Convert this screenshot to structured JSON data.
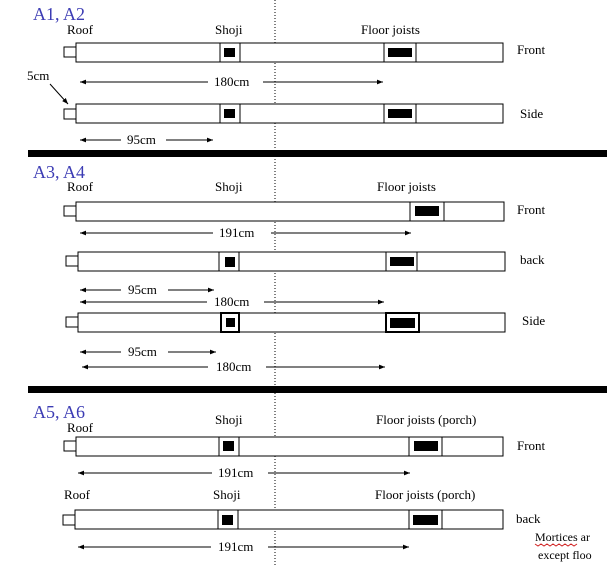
{
  "sections": [
    {
      "heading": "A1, A2",
      "labels": {
        "roof": "Roof",
        "shoji": "Shoji",
        "floor": "Floor joists"
      },
      "beams": [
        {
          "label": "Front"
        },
        {
          "label": "Side"
        }
      ],
      "dimensions": [
        "180cm",
        "95cm"
      ],
      "callout": "5cm"
    },
    {
      "heading": "A3, A4",
      "labels": {
        "roof": "Roof",
        "shoji": "Shoji",
        "floor": "Floor joists"
      },
      "beams": [
        {
          "label": "Front"
        },
        {
          "label": "back"
        },
        {
          "label": "Side"
        }
      ],
      "dimensions": [
        "191cm",
        "95cm",
        "180cm",
        "95cm",
        "180cm"
      ]
    },
    {
      "heading": "A5, A6",
      "labels": {
        "roof": "Roof",
        "shoji": "Shoji",
        "floor": "Floor joists (porch)"
      },
      "labels2": {
        "roof": "Roof",
        "shoji": "Shoji",
        "floor": "Floor joists (porch)"
      },
      "beams": [
        {
          "label": "Front"
        },
        {
          "label": "back"
        }
      ],
      "dimensions": [
        "191cm",
        "191cm"
      ]
    }
  ],
  "note": {
    "word": "Mortices",
    "rest": " ar",
    "line2": "except floo"
  },
  "colors": {
    "heading": "#3c3cb4",
    "ink": "#000000",
    "divider": "#000000"
  }
}
